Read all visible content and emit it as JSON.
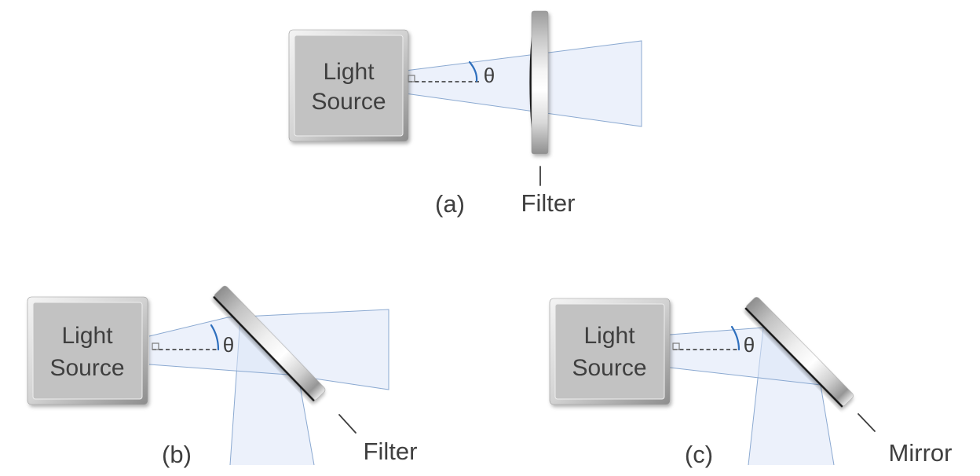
{
  "figure": {
    "colors": {
      "beam_fill": "#dce6f7",
      "beam_edge": "#7fa1cc",
      "arc_color": "#2e6fbd",
      "text_color": "#3f3f3f",
      "box_fill": "#c2c2c2",
      "bar_edge": "#151515"
    },
    "panels": [
      {
        "caption": "(a)",
        "source_line1": "Light",
        "source_line2": "Source",
        "angle_label": "θ",
        "element_label": "Filter"
      },
      {
        "caption": "(b)",
        "source_line1": "Light",
        "source_line2": "Source",
        "angle_label": "θ",
        "element_label": "Filter"
      },
      {
        "caption": "(c)",
        "source_line1": "Light",
        "source_line2": "Source",
        "angle_label": "θ",
        "element_label": "Mirror"
      }
    ]
  }
}
